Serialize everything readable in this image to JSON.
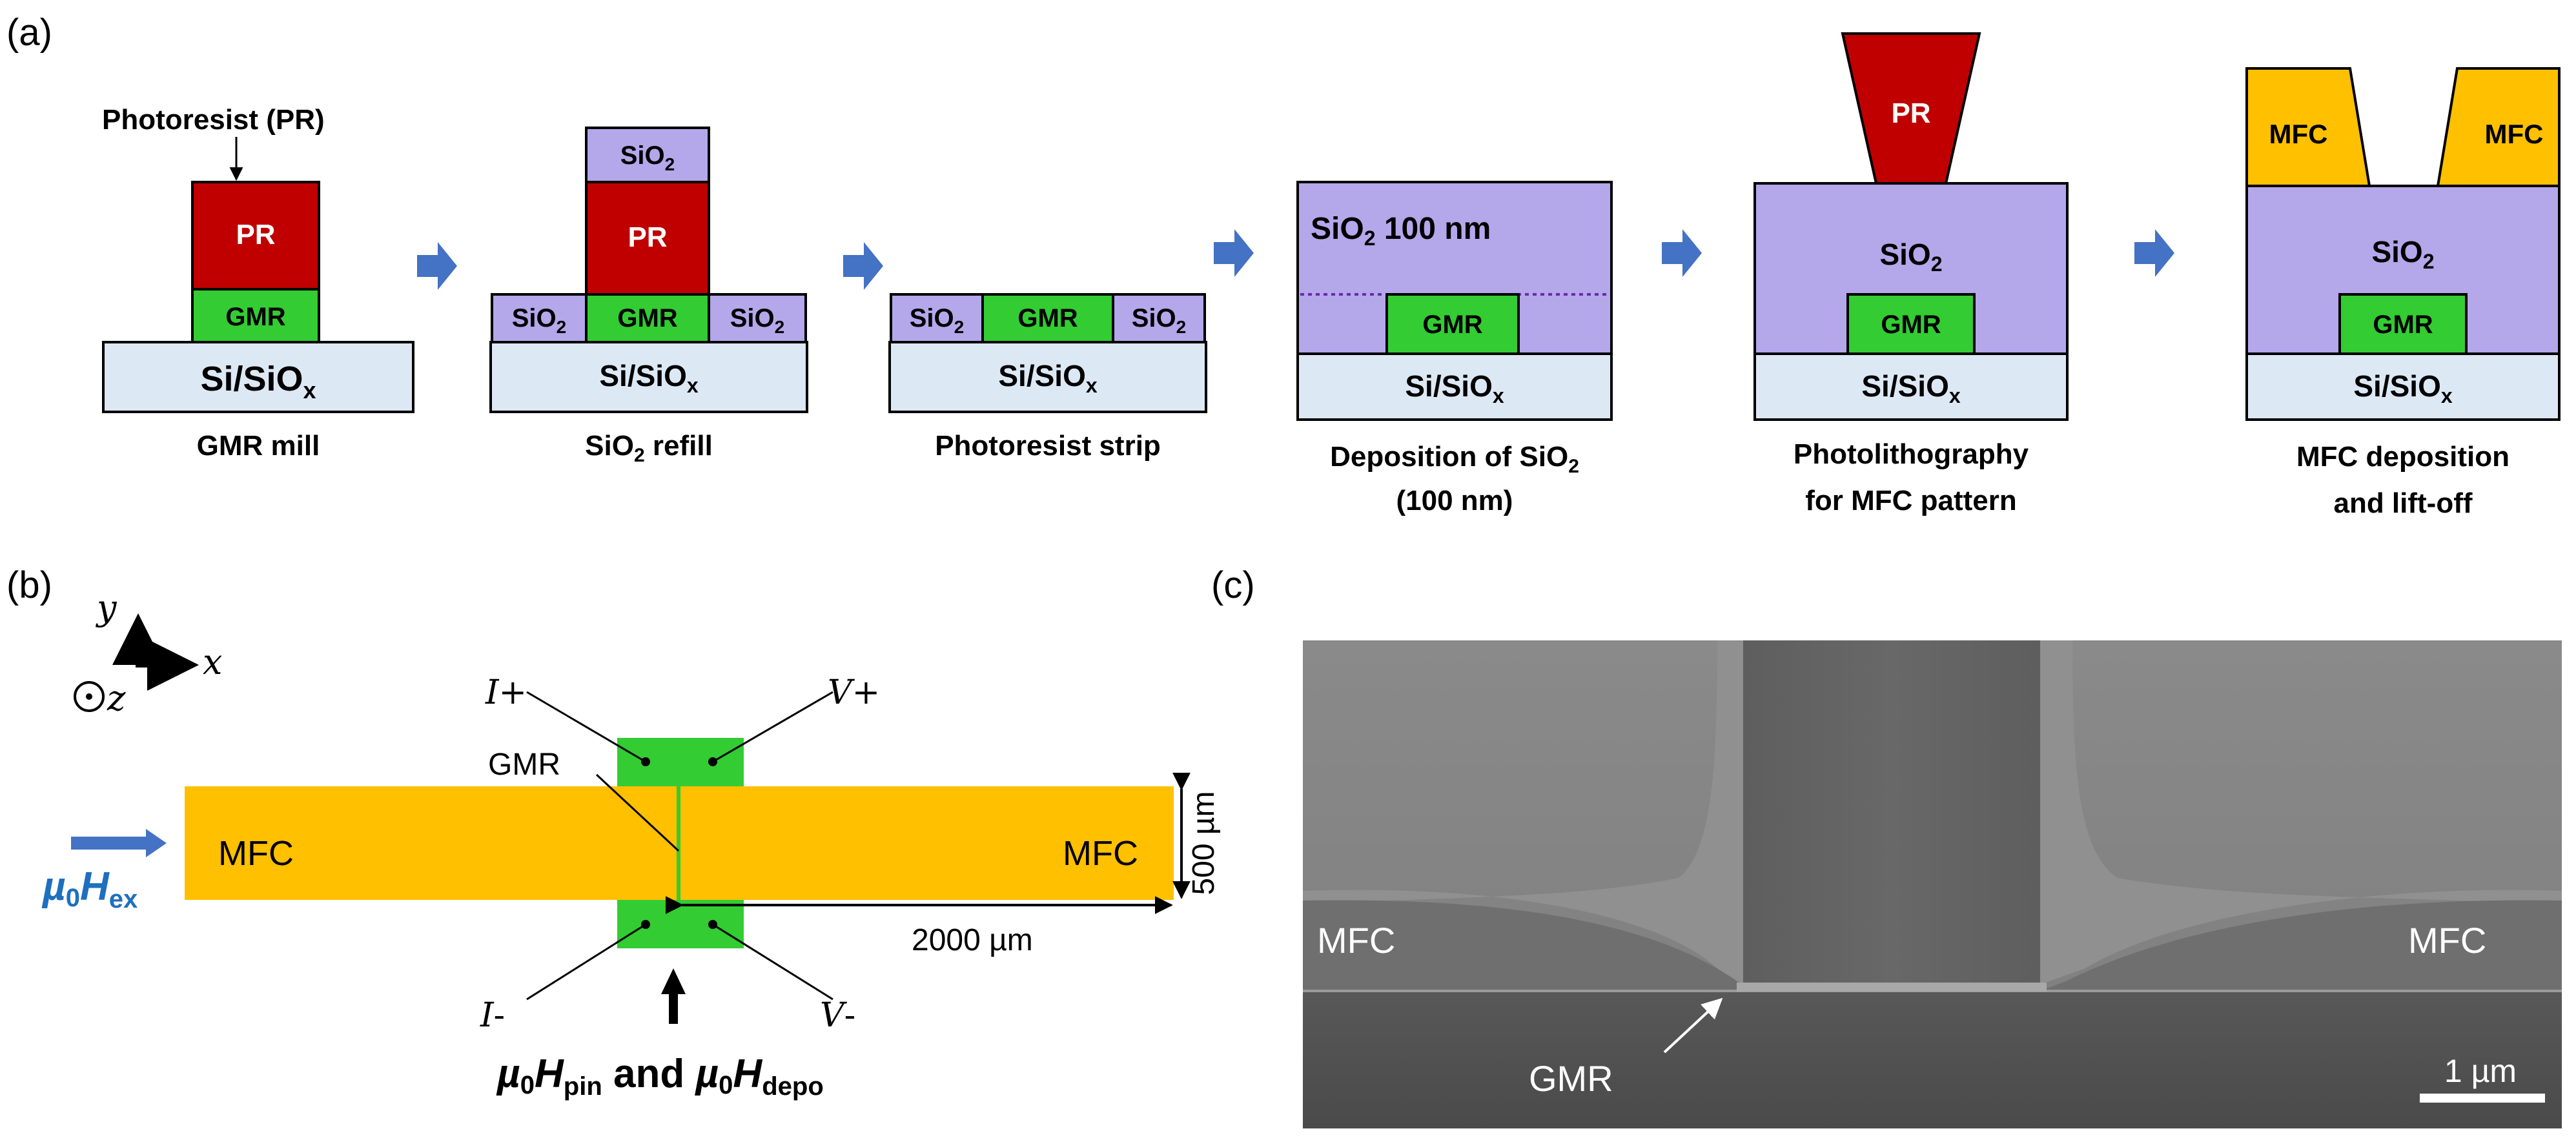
{
  "panel_labels": {
    "a": "(a)",
    "b": "(b)",
    "c": "(c)"
  },
  "colors": {
    "substrate": "#dde8f5",
    "sio2": "#b4a7ea",
    "pr": "#c00000",
    "gmr": "#33cc33",
    "mfc": "#ffc000",
    "arrow": "#4472c4",
    "hex": "#1f6fbf",
    "sem_bg": "#7a7a7a"
  },
  "panel_a": {
    "pr_callout": "Photoresist (PR)",
    "layer": {
      "pr": "PR",
      "gmr": "GMR",
      "sio": "SiO",
      "sub2": "2",
      "si": "Si/SiO",
      "subx": "x",
      "sio2_100nm_tail": " 100 nm",
      "mfc": "MFC"
    },
    "steps": [
      {
        "line1": "GMR mill"
      },
      {
        "line1_prefix": "SiO",
        "line1_sub": "2",
        "line1_suffix": " refill"
      },
      {
        "line1": "Photoresist strip"
      },
      {
        "line1_prefix": "Deposition of SiO",
        "line1_sub": "2",
        "line2": "(100 nm)"
      },
      {
        "line1": "Photolithography",
        "line2": "for MFC pattern"
      },
      {
        "line1": "MFC deposition",
        "line2": "and lift-off"
      }
    ]
  },
  "panel_b": {
    "axis": {
      "y": "y",
      "x": "x",
      "z": "z"
    },
    "probe": {
      "i": "I",
      "v": "V",
      "plus": "+",
      "minus": "-"
    },
    "gmr": "GMR",
    "mfc": "MFC",
    "width": "500 µm",
    "length": "2000 µm",
    "mu": "µ",
    "zero": "0",
    "h": "H",
    "ex": "ex",
    "pin": "pin",
    "and": " and ",
    "depo": "depo"
  },
  "panel_c": {
    "mfc": "MFC",
    "gmr": "GMR",
    "scale": "1 µm"
  }
}
